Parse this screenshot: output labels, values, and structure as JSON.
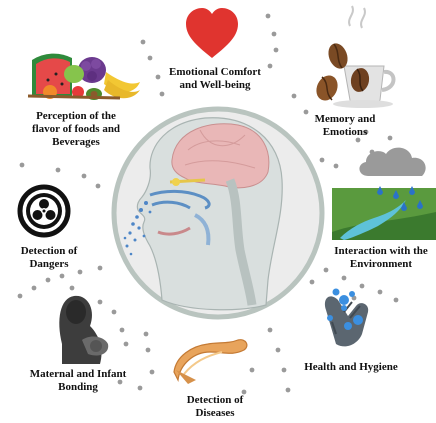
{
  "labels": {
    "emotional": "Emotional Comfort\nand Well-being",
    "flavor": "Perception of the\nflavor of foods and\nBeverages",
    "memory": "Memory and\nEmotions",
    "dangers": "Detection of\nDangers",
    "environment": "Interaction with the\nEnvironment",
    "maternal": "Maternal and Infant\nBonding",
    "diseases": "Detection of\nDiseases",
    "hygiene": "Health and Hygiene"
  },
  "icons": {
    "emotional": "heart-icon",
    "flavor": "fruit-basket-icon",
    "memory": "coffee-icon",
    "dangers": "biohazard-icon",
    "environment": "rain-landscape-icon",
    "maternal": "mother-infant-icon",
    "diseases": "pancreas-icon",
    "hygiene": "handwashing-icon",
    "center": "human-head-nasal-cavity-icon"
  },
  "colors": {
    "heart": "#e0342f",
    "circle_fill": "#ececec",
    "circle_ring": "#b9c4bf",
    "brain": "#e9b7b7",
    "nasal": "#5c8fc4",
    "pancreas": "#e8a45c",
    "hands": "#5b6670",
    "water": "#3b8fe0",
    "dots": "#9a9a9a"
  }
}
